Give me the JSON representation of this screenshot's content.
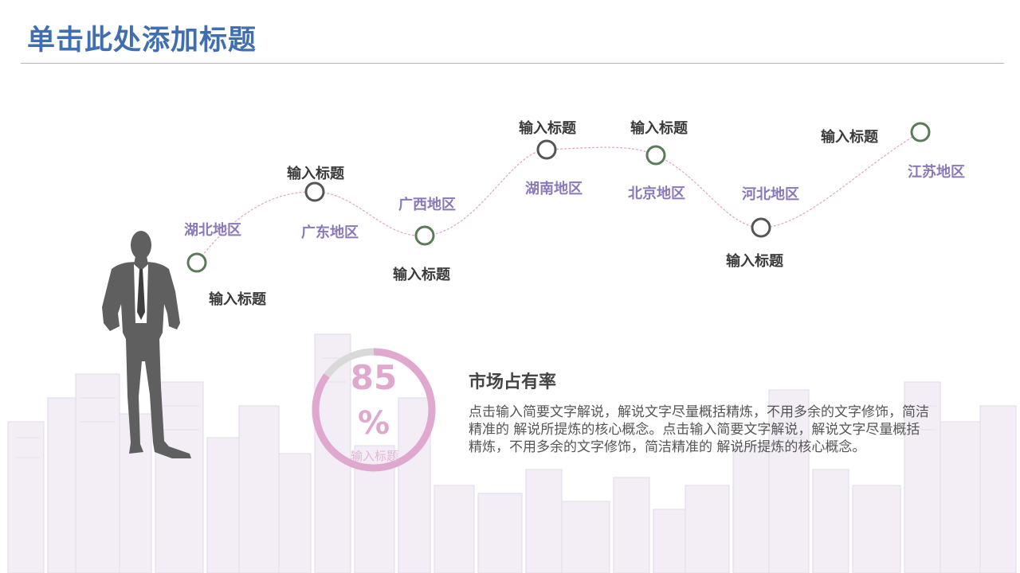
{
  "page": {
    "title": "单击此处添加标题"
  },
  "route": {
    "nodes": [
      {
        "region": "湖北地区",
        "title": "输入标题",
        "ring_color": "#5a7a5a"
      },
      {
        "region": "广东地区",
        "title": "输入标题",
        "ring_color": "#555555"
      },
      {
        "region": "广西地区",
        "title": "输入标题",
        "ring_color": "#5a7a5a"
      },
      {
        "region": "湖南地区",
        "title": "输入标题",
        "ring_color": "#555555"
      },
      {
        "region": "北京地区",
        "title": "输入标题",
        "ring_color": "#5a7a5a"
      },
      {
        "region": "河北地区",
        "title": "输入标题",
        "ring_color": "#555555"
      },
      {
        "region": "江苏地区",
        "title": "输入标题",
        "ring_color": "#5a7a5a"
      }
    ],
    "line_color": "#e3a3c4",
    "region_color": "#8a78b8"
  },
  "gauge": {
    "value": "85",
    "unit": "%",
    "percent": 85,
    "caption": "输入标题",
    "fill_color": "#e0a8cf",
    "track_color": "#d9d9d9"
  },
  "market": {
    "heading": "市场占有率",
    "body": "点击输入简要文字解说，解说文字尽量概括精炼，不用多余的文字修饰，简洁精准的 解说所提炼的核心概念。点击输入简要文字解说，解说文字尽量概括精炼，不用多余的文字修饰，简洁精准的 解说所提炼的核心概念。"
  }
}
